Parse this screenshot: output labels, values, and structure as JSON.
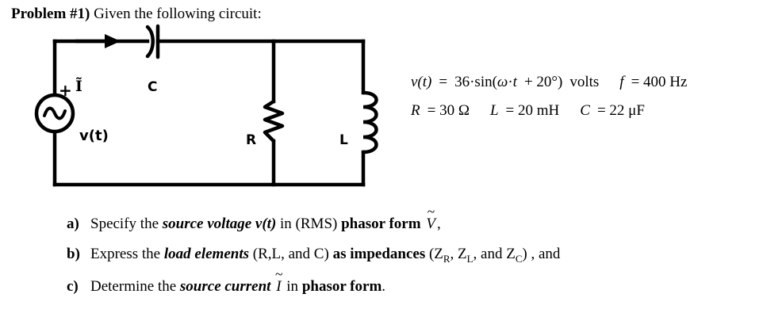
{
  "header": {
    "problem_label": "Problem #1)",
    "prompt": "Given the following circuit:"
  },
  "circuit": {
    "source_label": "v(t)",
    "polarity_label": "+",
    "current_label": "Ĩ",
    "capacitor_label": "C",
    "resistor_label": "R",
    "inductor_label": "L",
    "stroke_color": "#000000"
  },
  "givens": {
    "voltage_lhs": "v(t)",
    "voltage_eq": "=",
    "voltage_amplitude": "36",
    "voltage_dot": "·",
    "voltage_fn": "sin(",
    "voltage_omega": "ω",
    "voltage_time": "t",
    "voltage_phase": "+ 20°)",
    "voltage_units": "volts",
    "freq_symbol": "f",
    "freq_value": "= 400 Hz",
    "r_symbol": "R",
    "r_value": "= 30 Ω",
    "l_symbol": "L",
    "l_value": "= 20 mH",
    "c_symbol": "C",
    "c_value": "= 22 μF"
  },
  "questions": [
    {
      "marker": "a)",
      "seg1": "Specify the ",
      "em1": "source voltage v(t)",
      "seg2": " in (RMS) ",
      "em2": "phasor form",
      "phasor": "V",
      "tail": ","
    },
    {
      "marker": "b)",
      "seg1": "Express the ",
      "em1": "load elements",
      "seg2": " (R,L, and C) ",
      "em2": "as impedances",
      "seg3": " (Z",
      "sub1": "R",
      "seg4": ", Z",
      "sub2": "L",
      "seg5": ", and Z",
      "sub3": "C",
      "seg6": ") , and"
    },
    {
      "marker": "c)",
      "seg1": "Determine the ",
      "em1": "source current",
      "phasor": "I",
      "seg2": " in ",
      "em2": "phasor form",
      "tail": "."
    }
  ]
}
